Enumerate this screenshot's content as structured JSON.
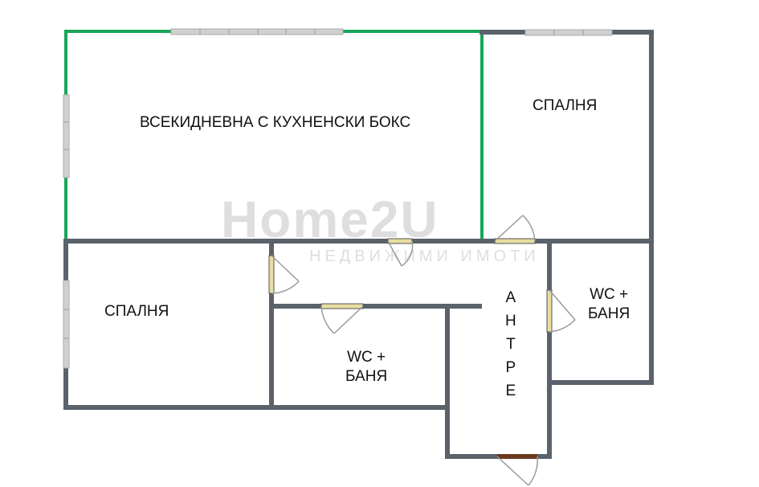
{
  "colors": {
    "wall": "#5a626b",
    "living_wall": "#1aa55a",
    "window": "#d0d0d0",
    "door_frame": "#e8dca0",
    "door_swing": "#9a9a9a",
    "entrance_door": "#6b3a1e",
    "watermark": "#d9d9d9"
  },
  "rooms": {
    "living": {
      "label": "ВСЕКИДНЕВНА С КУХНЕНСКИ БОКС"
    },
    "bedroom_top_right": {
      "label": "СПАЛНЯ"
    },
    "bedroom_left": {
      "label": "СПАЛНЯ"
    },
    "bath_center": {
      "line1": "WC +",
      "line2": "БАНЯ"
    },
    "bath_right": {
      "line1": "WC +",
      "line2": "БАНЯ"
    },
    "hallway": {
      "letters": [
        "А",
        "Н",
        "Т",
        "Р",
        "Е"
      ]
    }
  },
  "watermark": {
    "brand": "Home2U",
    "tagline": "НЕДВИЖИМИ ИМОТИ"
  }
}
